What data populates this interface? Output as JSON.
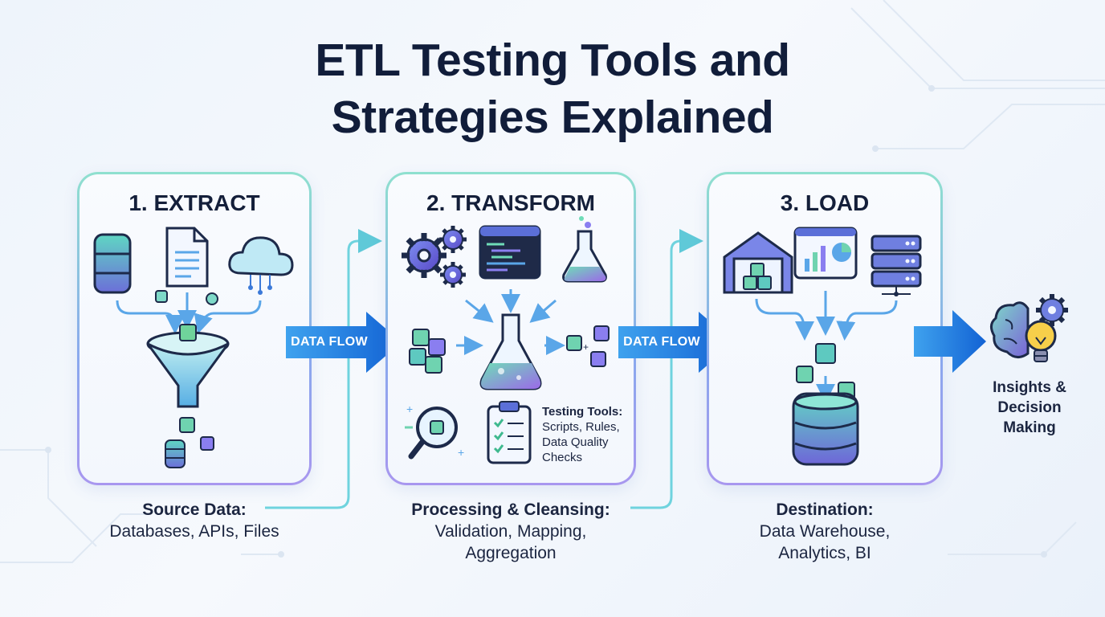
{
  "title": {
    "line1": "ETL Testing Tools and",
    "line2": "Strategies Explained"
  },
  "stages": [
    {
      "heading": "1. EXTRACT",
      "caption_heading": "Source Data:",
      "caption_lines": [
        "Databases, APIs, Files"
      ],
      "icons": [
        "database-icon",
        "document-icon",
        "cloud-icon",
        "funnel-icon",
        "cube-icon"
      ]
    },
    {
      "heading": "2. TRANSFORM",
      "caption_heading": "Processing & Cleansing:",
      "caption_lines": [
        "Validation, Mapping,",
        "Aggregation"
      ],
      "icons": [
        "gears-icon",
        "code-window-icon",
        "flask-icon",
        "cubes-icon",
        "magnifier-icon",
        "clipboard-icon"
      ],
      "tools_heading": "Testing Tools:",
      "tools_lines": [
        "Scripts, Rules,",
        "Data Quality",
        "Checks"
      ]
    },
    {
      "heading": "3. LOAD",
      "caption_heading": "Destination:",
      "caption_lines": [
        "Data Warehouse,",
        "Analytics, BI"
      ],
      "icons": [
        "warehouse-icon",
        "dashboard-icon",
        "server-icon",
        "database-icon"
      ]
    }
  ],
  "flows": [
    {
      "label": "DATA FLOW"
    },
    {
      "label": "DATA FLOW"
    }
  ],
  "outcome": {
    "lines": [
      "Insights &",
      "Decision",
      "Making"
    ],
    "icons": [
      "brain-icon",
      "gear-icon",
      "lightbulb-icon"
    ]
  },
  "colors": {
    "title": "#111d3a",
    "arrow_blue": "#1f7fe0",
    "teal": "#46c5b8",
    "purple": "#7a63d8",
    "card_border": "#8aa8ee"
  }
}
